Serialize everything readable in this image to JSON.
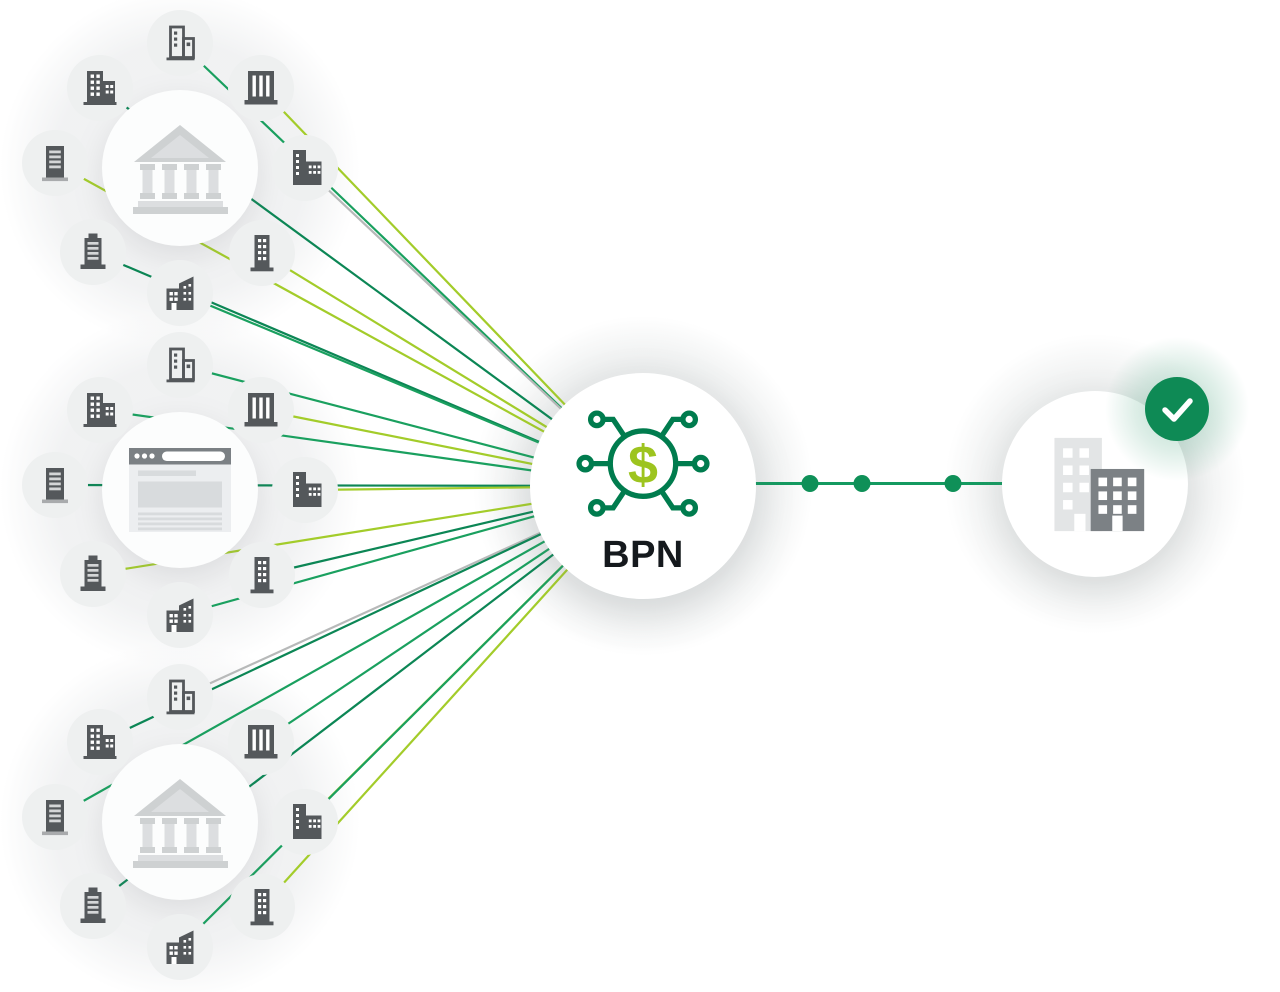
{
  "title": "BPN payment network diagram",
  "center_node": {
    "label": "BPN",
    "icon": "dollar-network-icon"
  },
  "target_node": {
    "icon": "buildings-icon",
    "badge_icon": "check-icon"
  },
  "link": {
    "dot_count": 3
  },
  "colors": {
    "green": "#1aa05f",
    "dark": "#0c8655",
    "lime": "#a3cc2a",
    "gray": "#b7b9b9",
    "link_line": "#149a60",
    "link_dot": "#0f9058",
    "icon_dark": "#54585b",
    "icon_stripe": "#d4d6d7",
    "icon_base_gray": "#a9abad",
    "badge": "#0e8a55",
    "ring_green": "#007c4e",
    "dollar_lime": "#9dc41f",
    "bpn_text": "#15191d",
    "bank_dark": "#ced1d2",
    "bank_light": "#dcdee0",
    "browser_bar": "#7b8084",
    "browser_body": "#eceef0",
    "browser_line": "#d8dbdd",
    "building_back": "#e3e5e6",
    "building_front": "#7c8185"
  },
  "clusters": [
    {
      "name": "bank-cluster-top",
      "center_icon": "bank-icon",
      "satellites": [
        {
          "pos": "top",
          "icon": "building-outline-icon",
          "line": "green"
        },
        {
          "pos": "top-left",
          "icon": "two-towers-icon",
          "line": "dark"
        },
        {
          "pos": "top-right",
          "icon": "pillars-building-icon",
          "line": "lime"
        },
        {
          "pos": "left",
          "icon": "server-tower-icon",
          "line": "lime"
        },
        {
          "pos": "right",
          "icon": "tower-annex-icon",
          "line": "gray"
        },
        {
          "pos": "bottom-left",
          "icon": "striped-tower-icon",
          "line": "dark"
        },
        {
          "pos": "bottom",
          "icon": "angled-building-icon",
          "line": "green"
        },
        {
          "pos": "bottom-right",
          "icon": "grid-tower-icon",
          "line": "lime"
        }
      ]
    },
    {
      "name": "web-cluster-middle",
      "center_icon": "browser-icon",
      "satellites": [
        {
          "pos": "top",
          "icon": "building-outline-icon",
          "line": "green"
        },
        {
          "pos": "top-left",
          "icon": "two-towers-icon",
          "line": "green"
        },
        {
          "pos": "top-right",
          "icon": "pillars-building-icon",
          "line": "lime"
        },
        {
          "pos": "left",
          "icon": "server-tower-icon",
          "line": "dark"
        },
        {
          "pos": "right",
          "icon": "tower-annex-icon",
          "line": "lime"
        },
        {
          "pos": "bottom-left",
          "icon": "striped-tower-icon",
          "line": "lime"
        },
        {
          "pos": "bottom",
          "icon": "angled-building-icon",
          "line": "green"
        },
        {
          "pos": "bottom-right",
          "icon": "grid-tower-icon",
          "line": "dark"
        }
      ]
    },
    {
      "name": "bank-cluster-bottom",
      "center_icon": "bank-icon",
      "satellites": [
        {
          "pos": "top",
          "icon": "building-outline-icon",
          "line": "gray"
        },
        {
          "pos": "top-left",
          "icon": "two-towers-icon",
          "line": "dark"
        },
        {
          "pos": "top-right",
          "icon": "pillars-building-icon",
          "line": "green"
        },
        {
          "pos": "left",
          "icon": "server-tower-icon",
          "line": "green"
        },
        {
          "pos": "right",
          "icon": "tower-annex-icon",
          "line": "lime"
        },
        {
          "pos": "bottom-left",
          "icon": "striped-tower-icon",
          "line": "dark"
        },
        {
          "pos": "bottom",
          "icon": "angled-building-icon",
          "line": "green"
        },
        {
          "pos": "bottom-right",
          "icon": "grid-tower-icon",
          "line": "lime"
        }
      ]
    }
  ]
}
